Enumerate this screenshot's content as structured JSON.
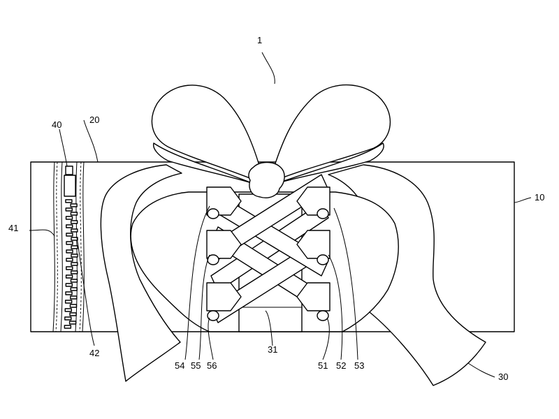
{
  "figure": {
    "labels": {
      "n1": "1",
      "n10": "10",
      "n20": "20",
      "n30": "30",
      "n31": "31",
      "n40": "40",
      "n41": "41",
      "n42": "42",
      "n51": "51",
      "n52": "52",
      "n53": "53",
      "n54": "54",
      "n55": "55",
      "n56": "56"
    }
  }
}
